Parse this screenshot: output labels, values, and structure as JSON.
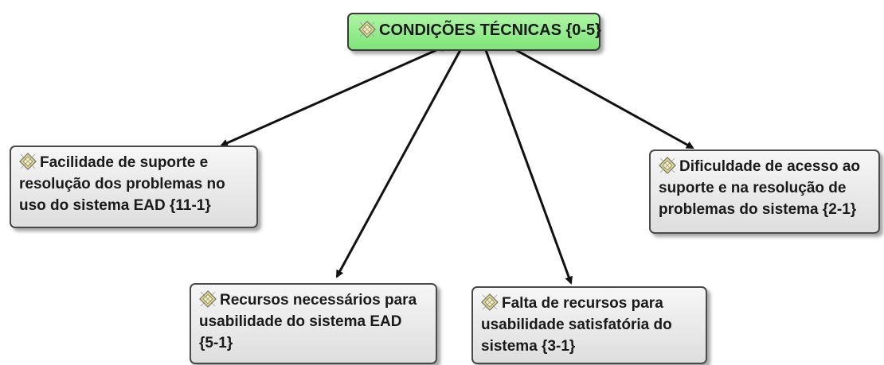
{
  "root": {
    "label": "CONDIÇÕES TÉCNICAS {0-5}",
    "icon": "code-node-icon"
  },
  "nodes": [
    {
      "id": "facilidade-suporte",
      "lines": [
        "Facilidade de suporte e",
        "resolução dos problemas no",
        "uso do sistema EAD {11-1}"
      ],
      "icon": "code-node-icon"
    },
    {
      "id": "recursos-necessarios",
      "lines": [
        "Recursos necessários para",
        "usabilidade do sistema EAD",
        "{5-1}"
      ],
      "icon": "code-node-icon"
    },
    {
      "id": "falta-recursos",
      "lines": [
        "Falta de recursos para",
        "usabilidade satisfatória do",
        "sistema {3-1}"
      ],
      "icon": "code-node-icon"
    },
    {
      "id": "dificuldade-acesso",
      "lines": [
        "Dificuldade de acesso ao",
        "suporte e na resolução de",
        "problemas do sistema {2-1}"
      ],
      "icon": "code-node-icon"
    }
  ],
  "colors": {
    "root_fill": "#8eea86",
    "node_fill": "#ececec",
    "border": "#4a4a4a",
    "arrow": "#111111",
    "icon": "#e8e070"
  }
}
